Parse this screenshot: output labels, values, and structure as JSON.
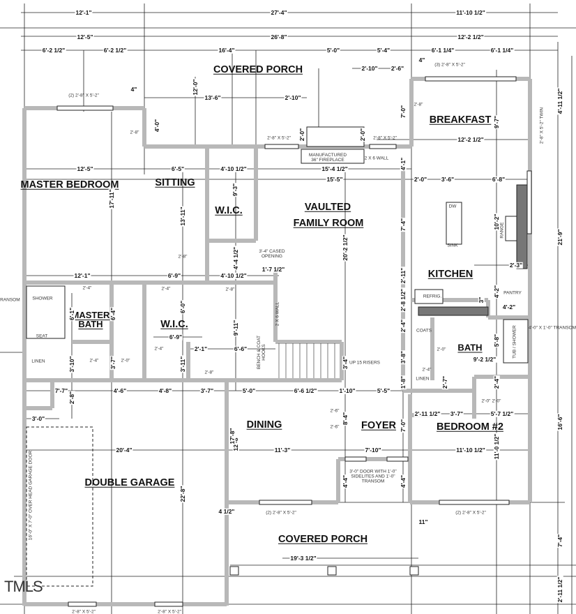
{
  "rooms": [
    "COVERED PORCH",
    "BREAKFAST",
    "MASTER BEDROOM",
    "SITTING",
    "W.I.C.",
    "VAULTED",
    "FAMILY ROOM",
    "KITCHEN",
    "MASTER BATH",
    "W.I.C.",
    "BATH",
    "DINING",
    "FOYER",
    "BEDROOM #2",
    "DOUBLE GARAGE",
    "COVERED PORCH"
  ],
  "dims": [
    "12'-1\"",
    "27'-4\"",
    "11'-10 1/2\"",
    "12'-5\"",
    "26'-8\"",
    "12'-2 1/2\"",
    "6'-2 1/2\"",
    "6'-2 1/2\"",
    "16'-4\"",
    "5'-0\"",
    "5'-4\"",
    "6'-1 1/4\"",
    "6'-1 1/4\"",
    "4\"",
    "12'-0\"",
    "13'-6\"",
    "2'-10\"",
    "2'-10\"",
    "2'-6\"",
    "4\"",
    "4'-0\"",
    "2'-0\"",
    "2'-0\"",
    "7'-0\"",
    "9'-7\"",
    "12'-2 1/2\"",
    "4'-11 1/2\"",
    "12'-5\"",
    "6'-5\"",
    "4'-10 1/2\"",
    "15'-4 1/2\"",
    "4'-1\"",
    "15'-5\"",
    "2'-0\"",
    "3'-6\"",
    "6'-8\"",
    "17'-11\"",
    "9'-3\"",
    "13'-11\"",
    "7'-4\"",
    "10'-2\"",
    "21'-9\"",
    "20'-2 1/2\"",
    "4'-4 1/2\"",
    "1'-7 1/2\"",
    "4'-10 1/2\"",
    "12'-1\"",
    "6'-9\"",
    "2'-3\"",
    "2'-11\"",
    "4'-2\"",
    "4'-2\"",
    "3\"",
    "2'-8 1/2\"",
    "2'-4\"",
    "6'-1\"",
    "6'-4\"",
    "6'-0\"",
    "6'-9\"",
    "9'-11\"",
    "2'-1\"",
    "6'-6\"",
    "3'-10\"",
    "3'-7\"",
    "3'-11\"",
    "3'-4\"",
    "3'-8\"",
    "9'-2 1/2\"",
    "5'-8\"",
    "7'-7\"",
    "4'-6\"",
    "4'-8\"",
    "3'-7\"",
    "5'-0\"",
    "6'-6 1/2\"",
    "1'-10\"",
    "5'-5\"",
    "1'-8\"",
    "2'-7\"",
    "2'-4\"",
    "2'-8\"",
    "3'-0\"",
    "2'-11 1/2\"",
    "3'-7\"",
    "5'-7 1/2\"",
    "8'-4\"",
    "7'-0\"",
    "16'-6\"",
    "12'-8\"",
    "11'-0 1/2\"",
    "20'-4\"",
    "11'-3\"",
    "7'-10\"",
    "11'-10 1/2\"",
    "4'-4\"",
    "4'-4\"",
    "22'-8\"",
    "4 1/2\"",
    "11\"",
    "19'-3 1/2\"",
    "7'-4\"",
    "2'-11 1/2\"",
    "17'-8\""
  ],
  "notes": [
    "(2) 2'-8\" X 5'-2\"",
    "2'-8\" X 5'-2\"",
    "2'-8\" X 5'-2\"",
    "(3) 2'-8\" X 5'-2\"",
    "2'-8\" X 5'-2\" TWIN",
    "MANUFACTURED 36\" FIREPLACE",
    "2 X 6 WALL",
    "3'-4\" CASED OPENING",
    "2 X 6 WALL",
    "BENCH & COAT HOOKS",
    "UP 15 RISERS",
    "4'-0\" X 1'-0\" TRANSOM",
    "X 1'-0\" TRANSOM",
    "3'-0\" DOOR WITH 1'-0\" SIDELITES AND 1'-0\" TRANSOM",
    "(2) 2'-8\" X 5'-2\"",
    "(2) 2'-8\" X 5'-2\"",
    "16'-0\" X 7'-0\" OVER HEAD GARAGE DOOR",
    "SHOWER",
    "SEAT",
    "LINEN",
    "LINEN",
    "COATS",
    "REFRIG.",
    "PANTRY",
    "DW",
    "SINK",
    "RANGE",
    "TUB / SHOWER",
    "2'-8\"",
    "2'-8\"",
    "2'-4\"",
    "2'-4\"",
    "2'-8\"",
    "2'-8\"",
    "2'-4\"",
    "2'-4\"",
    "2'-0\"",
    "2'-8\"",
    "2'-6\"",
    "2'-6\"",
    "2'-0\"",
    "2'-0\"",
    "2'-4\"",
    "2'-0\"",
    "2'-8\" X 5'-2\"",
    "2'-8\" X 5'-2\""
  ],
  "logo": "TMLS"
}
